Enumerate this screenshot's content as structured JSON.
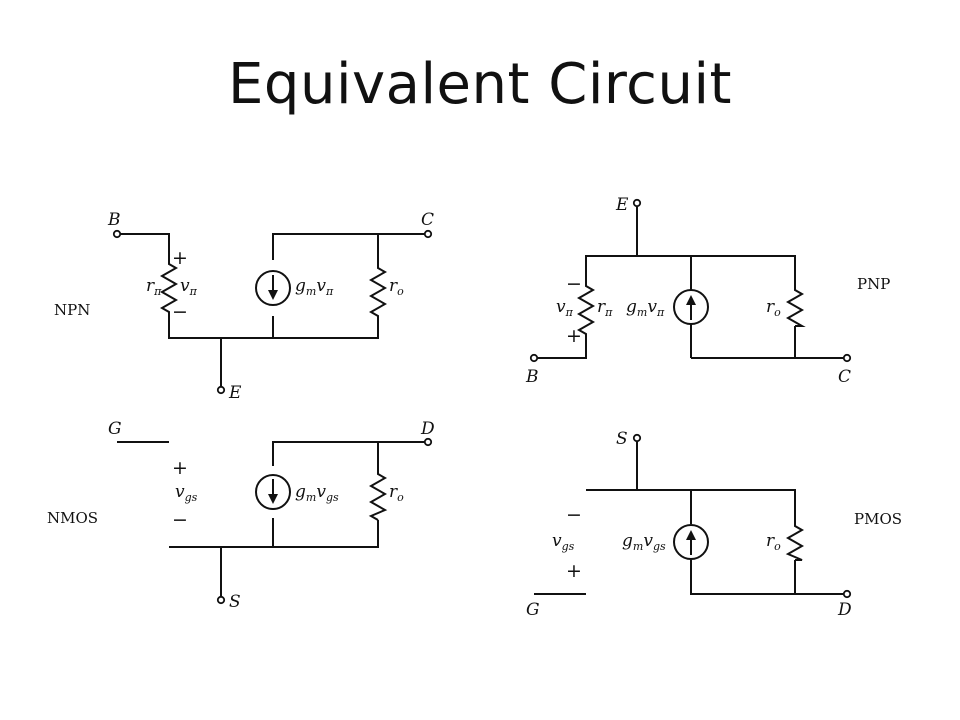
{
  "title": "Equivalent Circuit",
  "circuits": {
    "npn": {
      "name": "NPN",
      "terminals": {
        "base": "B",
        "collector": "C",
        "emitter": "E"
      },
      "r_pi": {
        "sym": "r",
        "sub": "π"
      },
      "v_pi": {
        "sym": "v",
        "sub": "π"
      },
      "plus": "+",
      "minus": "−",
      "source": {
        "g": "g",
        "g_sub": "m",
        "v": "v",
        "v_sub": "π"
      },
      "r_o": {
        "sym": "r",
        "sub": "o"
      },
      "source_direction": "down"
    },
    "pnp": {
      "name": "PNP",
      "terminals": {
        "emitter": "E",
        "base": "B",
        "collector": "C"
      },
      "v_pi": {
        "sym": "v",
        "sub": "π"
      },
      "r_pi": {
        "sym": "r",
        "sub": "π"
      },
      "plus": "+",
      "minus": "−",
      "source": {
        "g": "g",
        "g_sub": "m",
        "v": "v",
        "v_sub": "π"
      },
      "r_o": {
        "sym": "r",
        "sub": "o"
      },
      "source_direction": "up"
    },
    "nmos": {
      "name": "NMOS",
      "terminals": {
        "gate": "G",
        "drain": "D",
        "source": "S"
      },
      "v_gs": {
        "sym": "v",
        "sub": "gs"
      },
      "plus": "+",
      "minus": "−",
      "source": {
        "g": "g",
        "g_sub": "m",
        "v": "v",
        "v_sub": "gs"
      },
      "r_o": {
        "sym": "r",
        "sub": "o"
      },
      "source_direction": "down"
    },
    "pmos": {
      "name": "PMOS",
      "terminals": {
        "source": "S",
        "gate": "G",
        "drain": "D"
      },
      "v_gs": {
        "sym": "v",
        "sub": "gs"
      },
      "plus": "+",
      "minus": "−",
      "source": {
        "g": "g",
        "g_sub": "m",
        "v": "v",
        "v_sub": "gs"
      },
      "r_o": {
        "sym": "r",
        "sub": "o"
      },
      "source_direction": "up"
    }
  }
}
